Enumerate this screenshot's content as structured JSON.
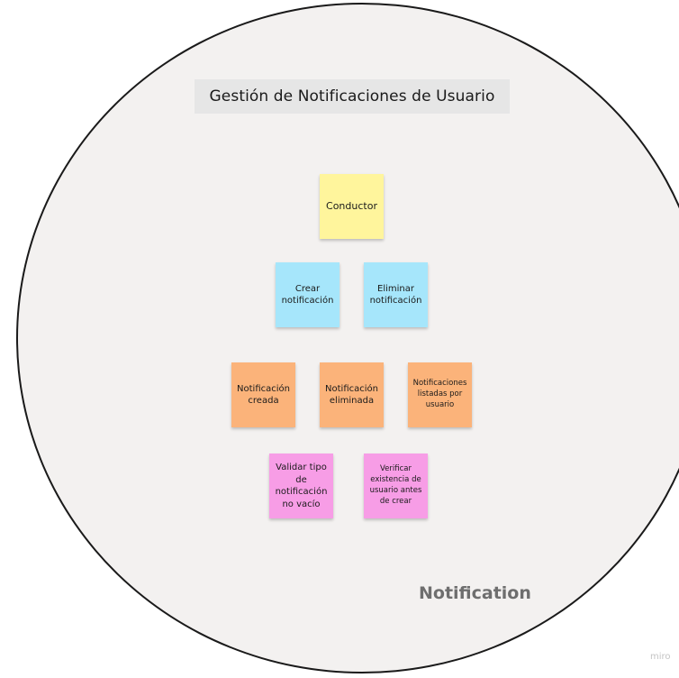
{
  "diagram": {
    "title": "Gestión de Notificaciones de Usuario",
    "context_label": "Notification",
    "watermark": "miro",
    "colors": {
      "actor": "#fff59c",
      "command": "#a6e6fb",
      "event": "#fbb37a",
      "policy": "#f79de6",
      "background": "#f3f1f0"
    },
    "stickies": {
      "conductor": "Conductor",
      "crear": "Crear notificación",
      "eliminar": "Eliminar notificación",
      "creada": "Notificación creada",
      "eliminada": "Notificación eliminada",
      "listadas": "Notificaciones listadas por usuario",
      "validar": "Validar tipo de notificación no vacío",
      "verificar": "Verificar existencia de usuario antes de crear"
    }
  }
}
